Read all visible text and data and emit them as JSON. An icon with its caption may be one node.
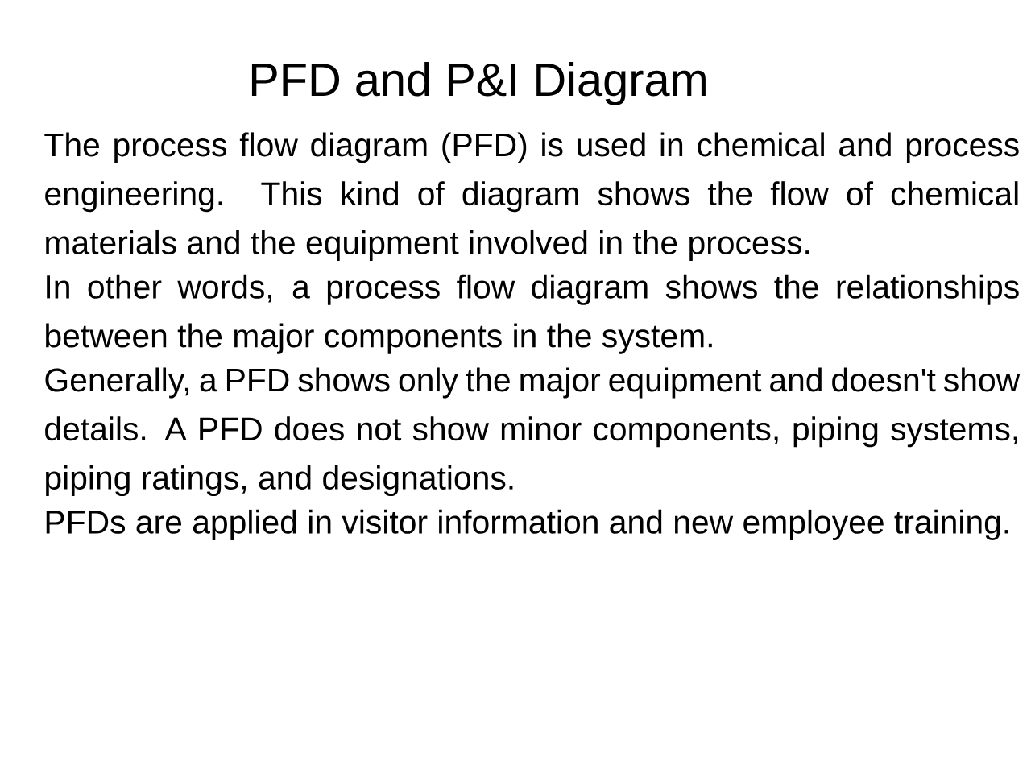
{
  "diagram": {
    "title": "PFD and P&I Diagram",
    "labels": [
      "The process flow diagram (PFD) is used in chemical and process engineering. This kind of diagram shows the flow of chemical materials and the equipment involved in the process.",
      "In other words, a process flow diagram shows the relationships between the major components in the system.",
      "Generally, a PFD shows only the major equipment and doesn't show details. A PFD does not show minor components, piping systems, piping ratings, and designations.",
      "PFDs are applied in visitor information and new employee training."
    ]
  }
}
